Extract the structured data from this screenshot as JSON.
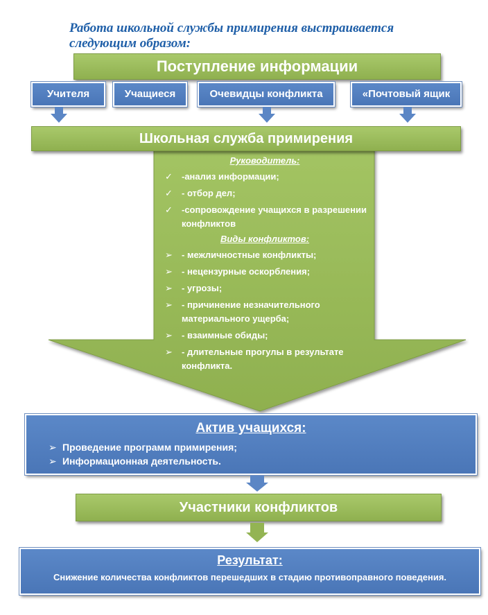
{
  "heading": "Работа школьной службы примирения выстраивается следующим образом:",
  "info": {
    "title": "Поступление информации",
    "sources": [
      "Учителя",
      "Учащиеся",
      "Очевидцы конфликта",
      "«Почтовый ящик"
    ]
  },
  "service": {
    "title": "Школьная служба примирения",
    "leader_title": "Руководитель:",
    "leader_items": [
      "-анализ информации;",
      "- отбор дел;",
      "-сопровождение учащихся в разрешении конфликтов"
    ],
    "types_title": "Виды конфликтов:",
    "types_items": [
      "- межличностные конфликты;",
      "-  нецензурные оскорбления;",
      "- угрозы;",
      "- причинение незначительного материального ущерба;",
      "- взаимные обиды;",
      "- длительные прогулы в результате конфликта."
    ]
  },
  "aktiv": {
    "title": "Актив учащихся:",
    "items": [
      "Проведение программ примирения;",
      "Информационная деятельность."
    ]
  },
  "participants": {
    "title": "Участники конфликтов"
  },
  "result": {
    "title": "Результат:",
    "text": "Снижение количества конфликтов перешедших в стадию противоправного поведения."
  },
  "icons": {
    "check": "check-icon",
    "bullet": "arrow-bullet-icon"
  },
  "colors": {
    "green": "#9bbb59",
    "blue": "#4f81bd",
    "heading": "#1f5fa8"
  }
}
